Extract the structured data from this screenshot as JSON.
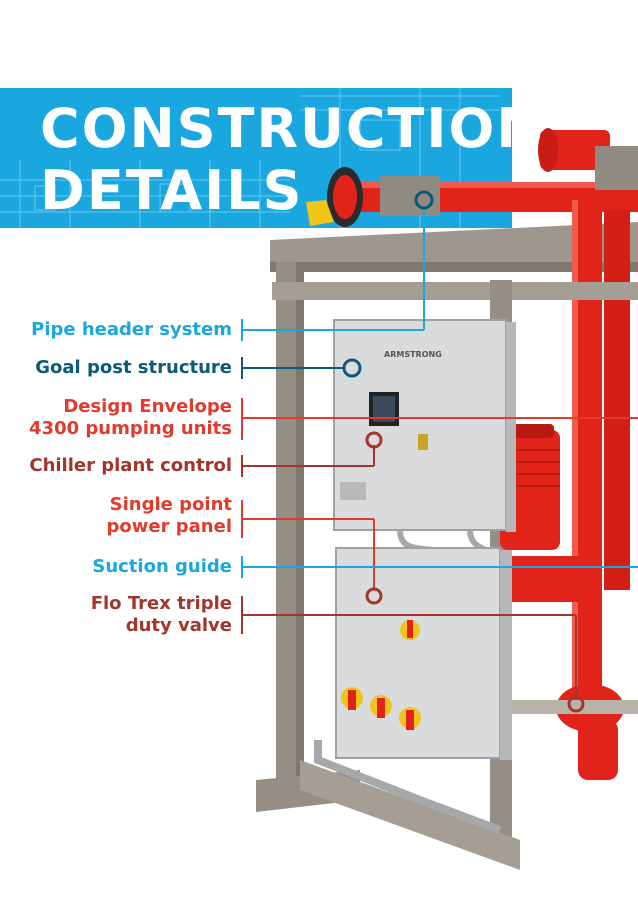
{
  "title": {
    "line1": "CONSTRUCTION",
    "line2": "DETAILS"
  },
  "callouts": [
    {
      "text": "Pipe header system",
      "color": "#1aa7e0"
    },
    {
      "text": "Goal post structure",
      "color": "#0d5a78"
    },
    {
      "line1": "Design Envelope",
      "line2": "4300 pumping units",
      "color": "#e23b2c"
    },
    {
      "text": "Chiller plant control",
      "color": "#a3352a"
    },
    {
      "line1": "Single point",
      "line2": "power panel",
      "color": "#e23b2c"
    },
    {
      "text": "Suction guide",
      "color": "#1aa7e0"
    },
    {
      "line1": "Flo Trex triple",
      "line2": "duty valve",
      "color": "#a3352a"
    }
  ],
  "panel_brand": "ARMSTRONG",
  "colors": {
    "banner": "#1aa7e0",
    "frame": "#948e84",
    "pipe": "#e2231a",
    "panel": "#d9dbdc"
  }
}
